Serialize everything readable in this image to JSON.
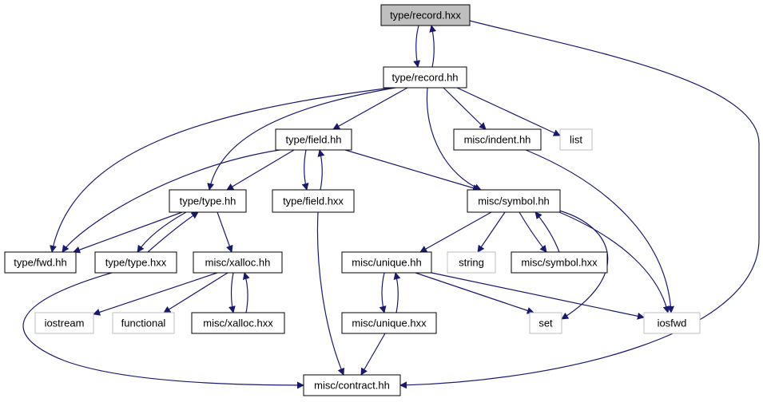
{
  "colors": {
    "edge": "#191970",
    "arrow": "#191970",
    "border_primary": "#000000",
    "border_external": "#bfbfbf",
    "root_fill": "#bfbfbf",
    "fill": "#ffffff",
    "label": "#000000"
  },
  "graph": {
    "nodes": [
      {
        "id": "n_record_hxx",
        "label": "type/record.hxx",
        "kind": "root"
      },
      {
        "id": "n_record_hh",
        "label": "type/record.hh",
        "kind": "local"
      },
      {
        "id": "n_field_hh",
        "label": "type/field.hh",
        "kind": "local"
      },
      {
        "id": "n_indent_hh",
        "label": "misc/indent.hh",
        "kind": "local"
      },
      {
        "id": "n_list",
        "label": "list",
        "kind": "system"
      },
      {
        "id": "n_type_hh",
        "label": "type/type.hh",
        "kind": "local"
      },
      {
        "id": "n_field_hxx",
        "label": "type/field.hxx",
        "kind": "local"
      },
      {
        "id": "n_symbol_hh",
        "label": "misc/symbol.hh",
        "kind": "local"
      },
      {
        "id": "n_fwd_hh",
        "label": "type/fwd.hh",
        "kind": "local"
      },
      {
        "id": "n_type_hxx",
        "label": "type/type.hxx",
        "kind": "local"
      },
      {
        "id": "n_xalloc_hh",
        "label": "misc/xalloc.hh",
        "kind": "local"
      },
      {
        "id": "n_unique_hh",
        "label": "misc/unique.hh",
        "kind": "local"
      },
      {
        "id": "n_string",
        "label": "string",
        "kind": "system"
      },
      {
        "id": "n_symbol_hxx",
        "label": "misc/symbol.hxx",
        "kind": "local"
      },
      {
        "id": "n_iostream",
        "label": "iostream",
        "kind": "system"
      },
      {
        "id": "n_functional",
        "label": "functional",
        "kind": "system"
      },
      {
        "id": "n_xalloc_hxx",
        "label": "misc/xalloc.hxx",
        "kind": "local"
      },
      {
        "id": "n_unique_hxx",
        "label": "misc/unique.hxx",
        "kind": "local"
      },
      {
        "id": "n_set",
        "label": "set",
        "kind": "system"
      },
      {
        "id": "n_iosfwd",
        "label": "iosfwd",
        "kind": "system"
      },
      {
        "id": "n_contract_hh",
        "label": "misc/contract.hh",
        "kind": "local"
      }
    ],
    "edges": [
      {
        "from": "n_record_hxx",
        "to": "n_record_hh"
      },
      {
        "from": "n_record_hh",
        "to": "n_record_hxx"
      },
      {
        "from": "n_record_hxx",
        "to": "n_contract_hh"
      },
      {
        "from": "n_record_hh",
        "to": "n_field_hh"
      },
      {
        "from": "n_record_hh",
        "to": "n_indent_hh"
      },
      {
        "from": "n_record_hh",
        "to": "n_list"
      },
      {
        "from": "n_record_hh",
        "to": "n_type_hh"
      },
      {
        "from": "n_record_hh",
        "to": "n_fwd_hh"
      },
      {
        "from": "n_record_hh",
        "to": "n_symbol_hh"
      },
      {
        "from": "n_field_hh",
        "to": "n_type_hh"
      },
      {
        "from": "n_field_hh",
        "to": "n_fwd_hh"
      },
      {
        "from": "n_field_hh",
        "to": "n_field_hxx"
      },
      {
        "from": "n_field_hxx",
        "to": "n_field_hh"
      },
      {
        "from": "n_field_hh",
        "to": "n_symbol_hh"
      },
      {
        "from": "n_field_hxx",
        "to": "n_contract_hh"
      },
      {
        "from": "n_indent_hh",
        "to": "n_iosfwd"
      },
      {
        "from": "n_type_hh",
        "to": "n_fwd_hh"
      },
      {
        "from": "n_type_hh",
        "to": "n_type_hxx"
      },
      {
        "from": "n_type_hxx",
        "to": "n_type_hh"
      },
      {
        "from": "n_type_hh",
        "to": "n_xalloc_hh"
      },
      {
        "from": "n_type_hxx",
        "to": "n_contract_hh"
      },
      {
        "from": "n_symbol_hh",
        "to": "n_unique_hh"
      },
      {
        "from": "n_symbol_hh",
        "to": "n_string"
      },
      {
        "from": "n_symbol_hh",
        "to": "n_symbol_hxx"
      },
      {
        "from": "n_symbol_hxx",
        "to": "n_symbol_hh"
      },
      {
        "from": "n_symbol_hh",
        "to": "n_set"
      },
      {
        "from": "n_symbol_hh",
        "to": "n_iosfwd"
      },
      {
        "from": "n_xalloc_hh",
        "to": "n_iostream"
      },
      {
        "from": "n_xalloc_hh",
        "to": "n_functional"
      },
      {
        "from": "n_xalloc_hh",
        "to": "n_xalloc_hxx"
      },
      {
        "from": "n_xalloc_hxx",
        "to": "n_xalloc_hh"
      },
      {
        "from": "n_unique_hh",
        "to": "n_unique_hxx"
      },
      {
        "from": "n_unique_hxx",
        "to": "n_unique_hh"
      },
      {
        "from": "n_unique_hh",
        "to": "n_set"
      },
      {
        "from": "n_unique_hh",
        "to": "n_iosfwd"
      },
      {
        "from": "n_unique_hxx",
        "to": "n_contract_hh"
      }
    ]
  }
}
